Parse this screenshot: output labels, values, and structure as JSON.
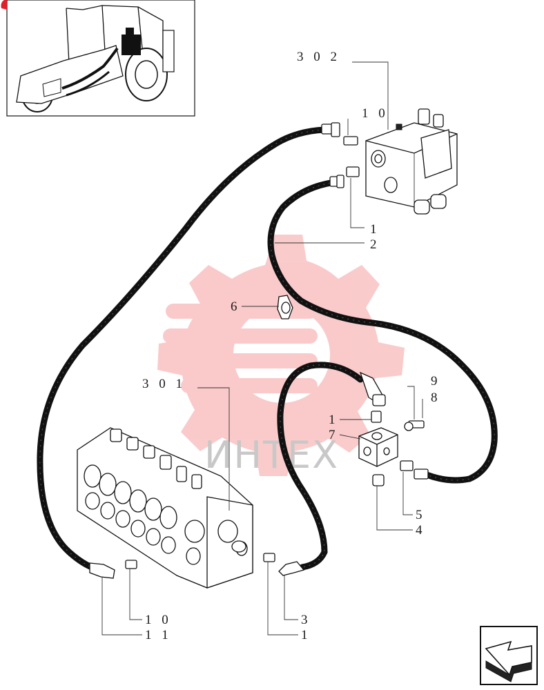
{
  "watermark": {
    "text": "ИНТЕХ",
    "color": "#f26a6a"
  },
  "nav_icon": "arrow-next-page-icon",
  "assemblies": {
    "control_valve": "3 0 2",
    "valve_bank": "3 0 1"
  },
  "callouts": {
    "c10_top": "1 0",
    "c1_top": "1",
    "c2": "2",
    "c6": "6",
    "c9": "9",
    "c8": "8",
    "c1_mid": "1",
    "c7": "7",
    "c5": "5",
    "c4": "4",
    "c10_bottom": "1 0",
    "c11": "1 1",
    "c3": "3",
    "c1_bottom": "1"
  }
}
